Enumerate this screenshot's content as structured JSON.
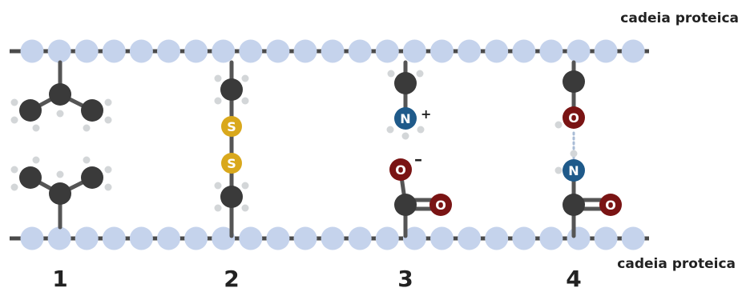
{
  "labels": {
    "top_chain": "cadeia proteica",
    "bottom_chain": "cadeia proteica"
  },
  "bond_numbers": [
    "1",
    "2",
    "3",
    "4"
  ],
  "atom_symbols": {
    "sulfur": "S",
    "nitrogen": "N",
    "oxygen": "O",
    "positive_charge": "+",
    "negative_charge": "–"
  },
  "colors": {
    "chain_bead": "#c5d3ec",
    "backbone": "#4a4a4a",
    "carbon": "#3a3a3a",
    "hydrogen": "#d3d6d8",
    "sulfur": "#d9a81c",
    "nitrogen": "#1f5a8a",
    "oxygen": "#7a1414",
    "bond": "#555555",
    "hydrogen_bond": "#a9bcd6"
  }
}
